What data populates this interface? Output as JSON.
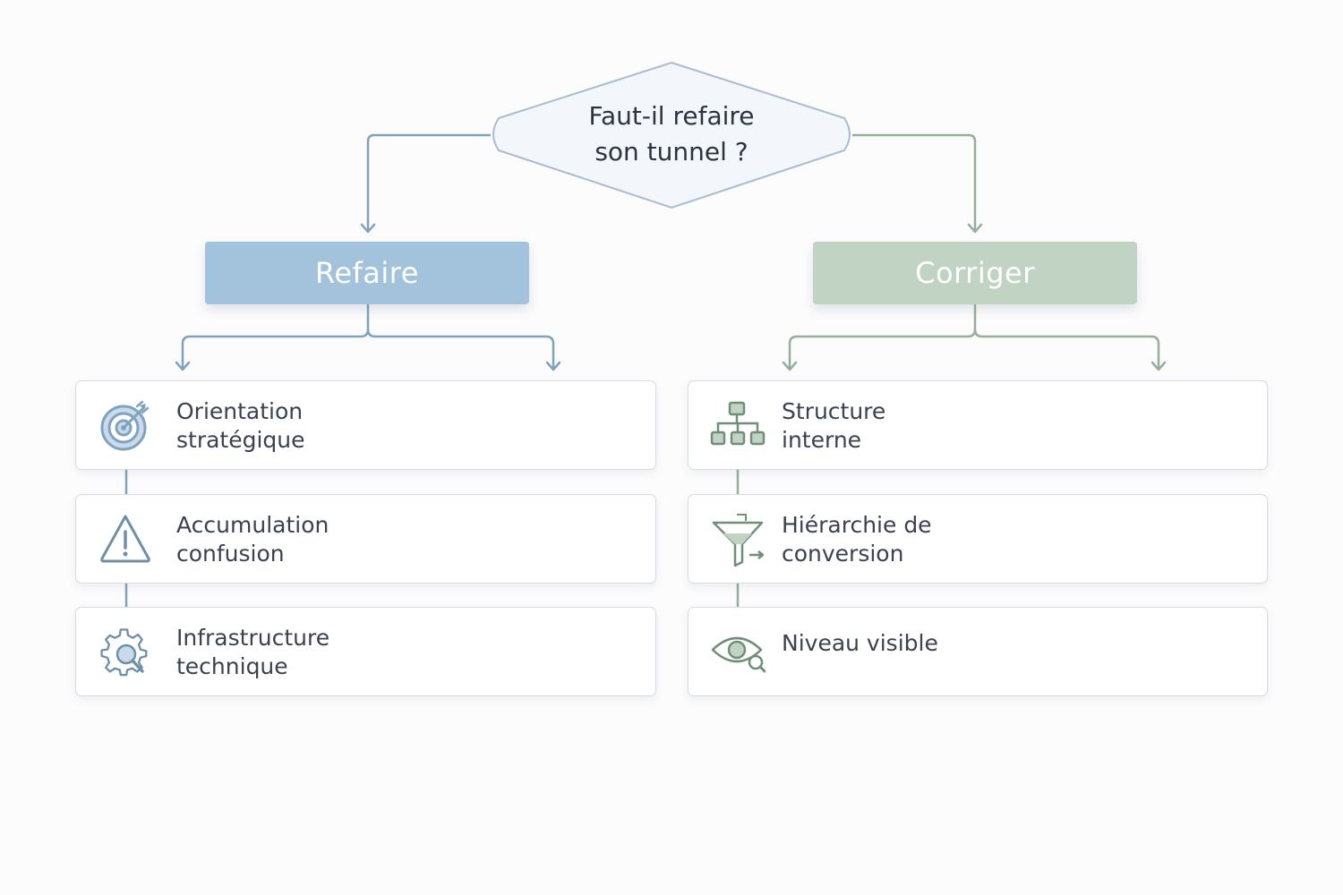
{
  "decision": {
    "line1": "Faut-il refaire",
    "line2": "son tunnel ?"
  },
  "branches": {
    "left": {
      "label": "Refaire",
      "color": "#a3c2db"
    },
    "right": {
      "label": "Corriger",
      "color": "#c1d4c4"
    }
  },
  "left_items": [
    {
      "line1": "Orientation",
      "line2": "stratégique",
      "icon": "target-icon"
    },
    {
      "line1": "Accumulation",
      "line2": "confusion",
      "icon": "warning-icon"
    },
    {
      "line1": "Infrastructure",
      "line2": "technique",
      "icon": "gear-search-icon"
    }
  ],
  "right_items": [
    {
      "line1": "Structure",
      "line2": "interne",
      "icon": "hierarchy-icon"
    },
    {
      "line1": "Hiérarchie de",
      "line2": "conversion",
      "icon": "funnel-icon"
    },
    {
      "line1": "Niveau visible",
      "line2": "",
      "icon": "eye-search-icon"
    }
  ],
  "colors": {
    "blue_line": "#7fa3bf",
    "green_line": "#94b09b",
    "decision_fill": "#f3f7fb",
    "decision_stroke": "#a9bccf"
  }
}
